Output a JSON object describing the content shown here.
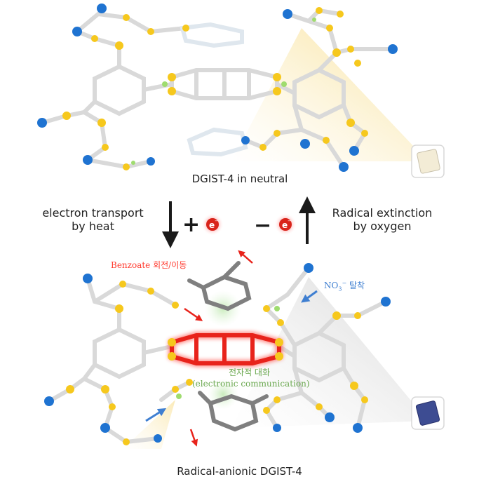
{
  "labels": {
    "neutral_title": "DGIST-4 in neutral",
    "anionic_title": "Radical-anionic DGIST-4",
    "left_line1": "electron transport",
    "left_line2": "by heat",
    "right_line1": "Radical extinction",
    "right_line2": "by oxygen",
    "plus_sign": "+",
    "minus_sign": "−",
    "electron_symbol": "e",
    "electron_charge": "−",
    "benzoate_note": "Benzoate 회전/이동",
    "nitrate_formula": "NO",
    "nitrate_sub": "3",
    "nitrate_charge": "−",
    "nitrate_note": "탈착",
    "communication_ko": "전자적 대화",
    "communication_en": "(electronic communication)"
  },
  "colors": {
    "atom_yellow": "#f6c81d",
    "atom_blue": "#1f73d1",
    "bond_gray": "#d8d8d8",
    "highlight_red": "#e8231b",
    "arrow_blue": "#3f7fd1",
    "label_green": "#6aa84f",
    "glow_yellow": "#f9dc7a"
  },
  "icons": {
    "neutral_crystal": "pale-crystal-icon",
    "anionic_crystal": "blue-crystal-icon"
  }
}
